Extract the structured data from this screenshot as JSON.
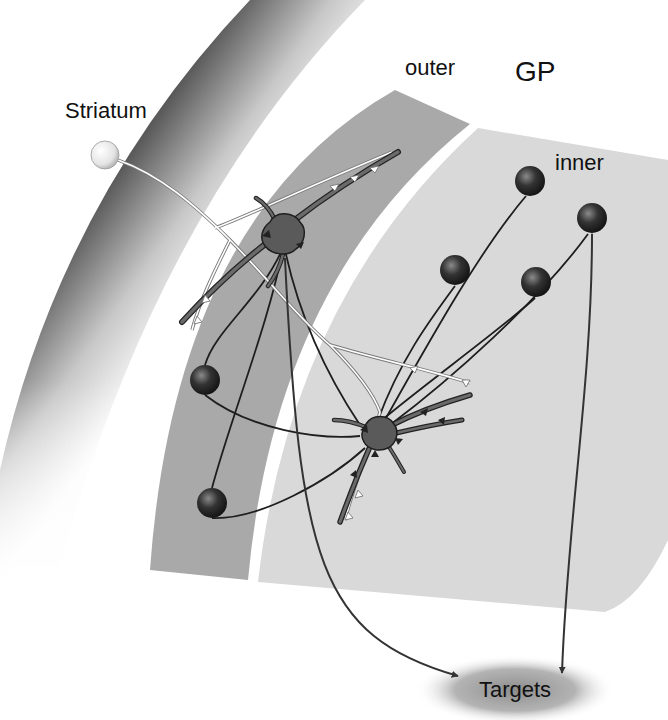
{
  "diagram": {
    "nodes": [
      {
        "text": [
          "outer"
        ]
      },
      {
        "text": [
          "inner"
        ]
      },
      {
        "text": [
          "Targets"
        ]
      }
    ],
    "edges": [
      {
        "from": 0,
        "to": 2,
        "arrow": "to"
      },
      {
        "from": 1,
        "to": 2,
        "arrow": "to"
      }
    ],
    "labels": [
      "Striatum",
      "GP"
    ]
  }
}
